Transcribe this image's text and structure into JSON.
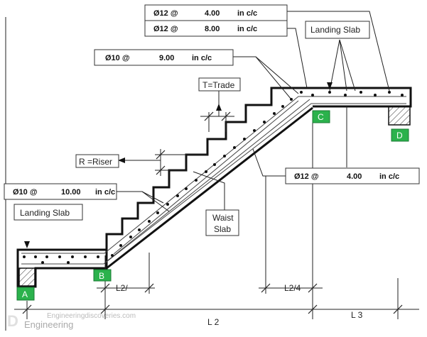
{
  "rebar_top_1": {
    "bar": "Ø12 @",
    "spacing": "4.00",
    "unit": "in c/c"
  },
  "rebar_top_2": {
    "bar": "Ø12 @",
    "spacing": "8.00",
    "unit": "in c/c"
  },
  "rebar_mid": {
    "bar": "Ø10 @",
    "spacing": "9.00",
    "unit": "in c/c"
  },
  "rebar_left": {
    "bar": "Ø10 @",
    "spacing": "10.00",
    "unit": "in c/c"
  },
  "rebar_right": {
    "bar": "Ø12 @",
    "spacing": "4.00",
    "unit": "in c/c"
  },
  "labels": {
    "landing_slab_top": "Landing Slab",
    "landing_slab_bottom": "Landing Slab",
    "tread": "T=Trade",
    "riser": "R =Riser",
    "waist_line1": "Waist",
    "waist_line2": "Slab"
  },
  "supports": {
    "a": "A",
    "b": "B",
    "c": "C",
    "d": "D"
  },
  "supports_color": "#2bb24c",
  "dimensions": {
    "l2_half": "L2/",
    "l2_quarter": "L2/4",
    "l2": "L 2",
    "l3": "L 3"
  },
  "watermark": {
    "line1": "Engineeringdiscoveries.com",
    "line2": "Engineering",
    "logo": "D"
  }
}
